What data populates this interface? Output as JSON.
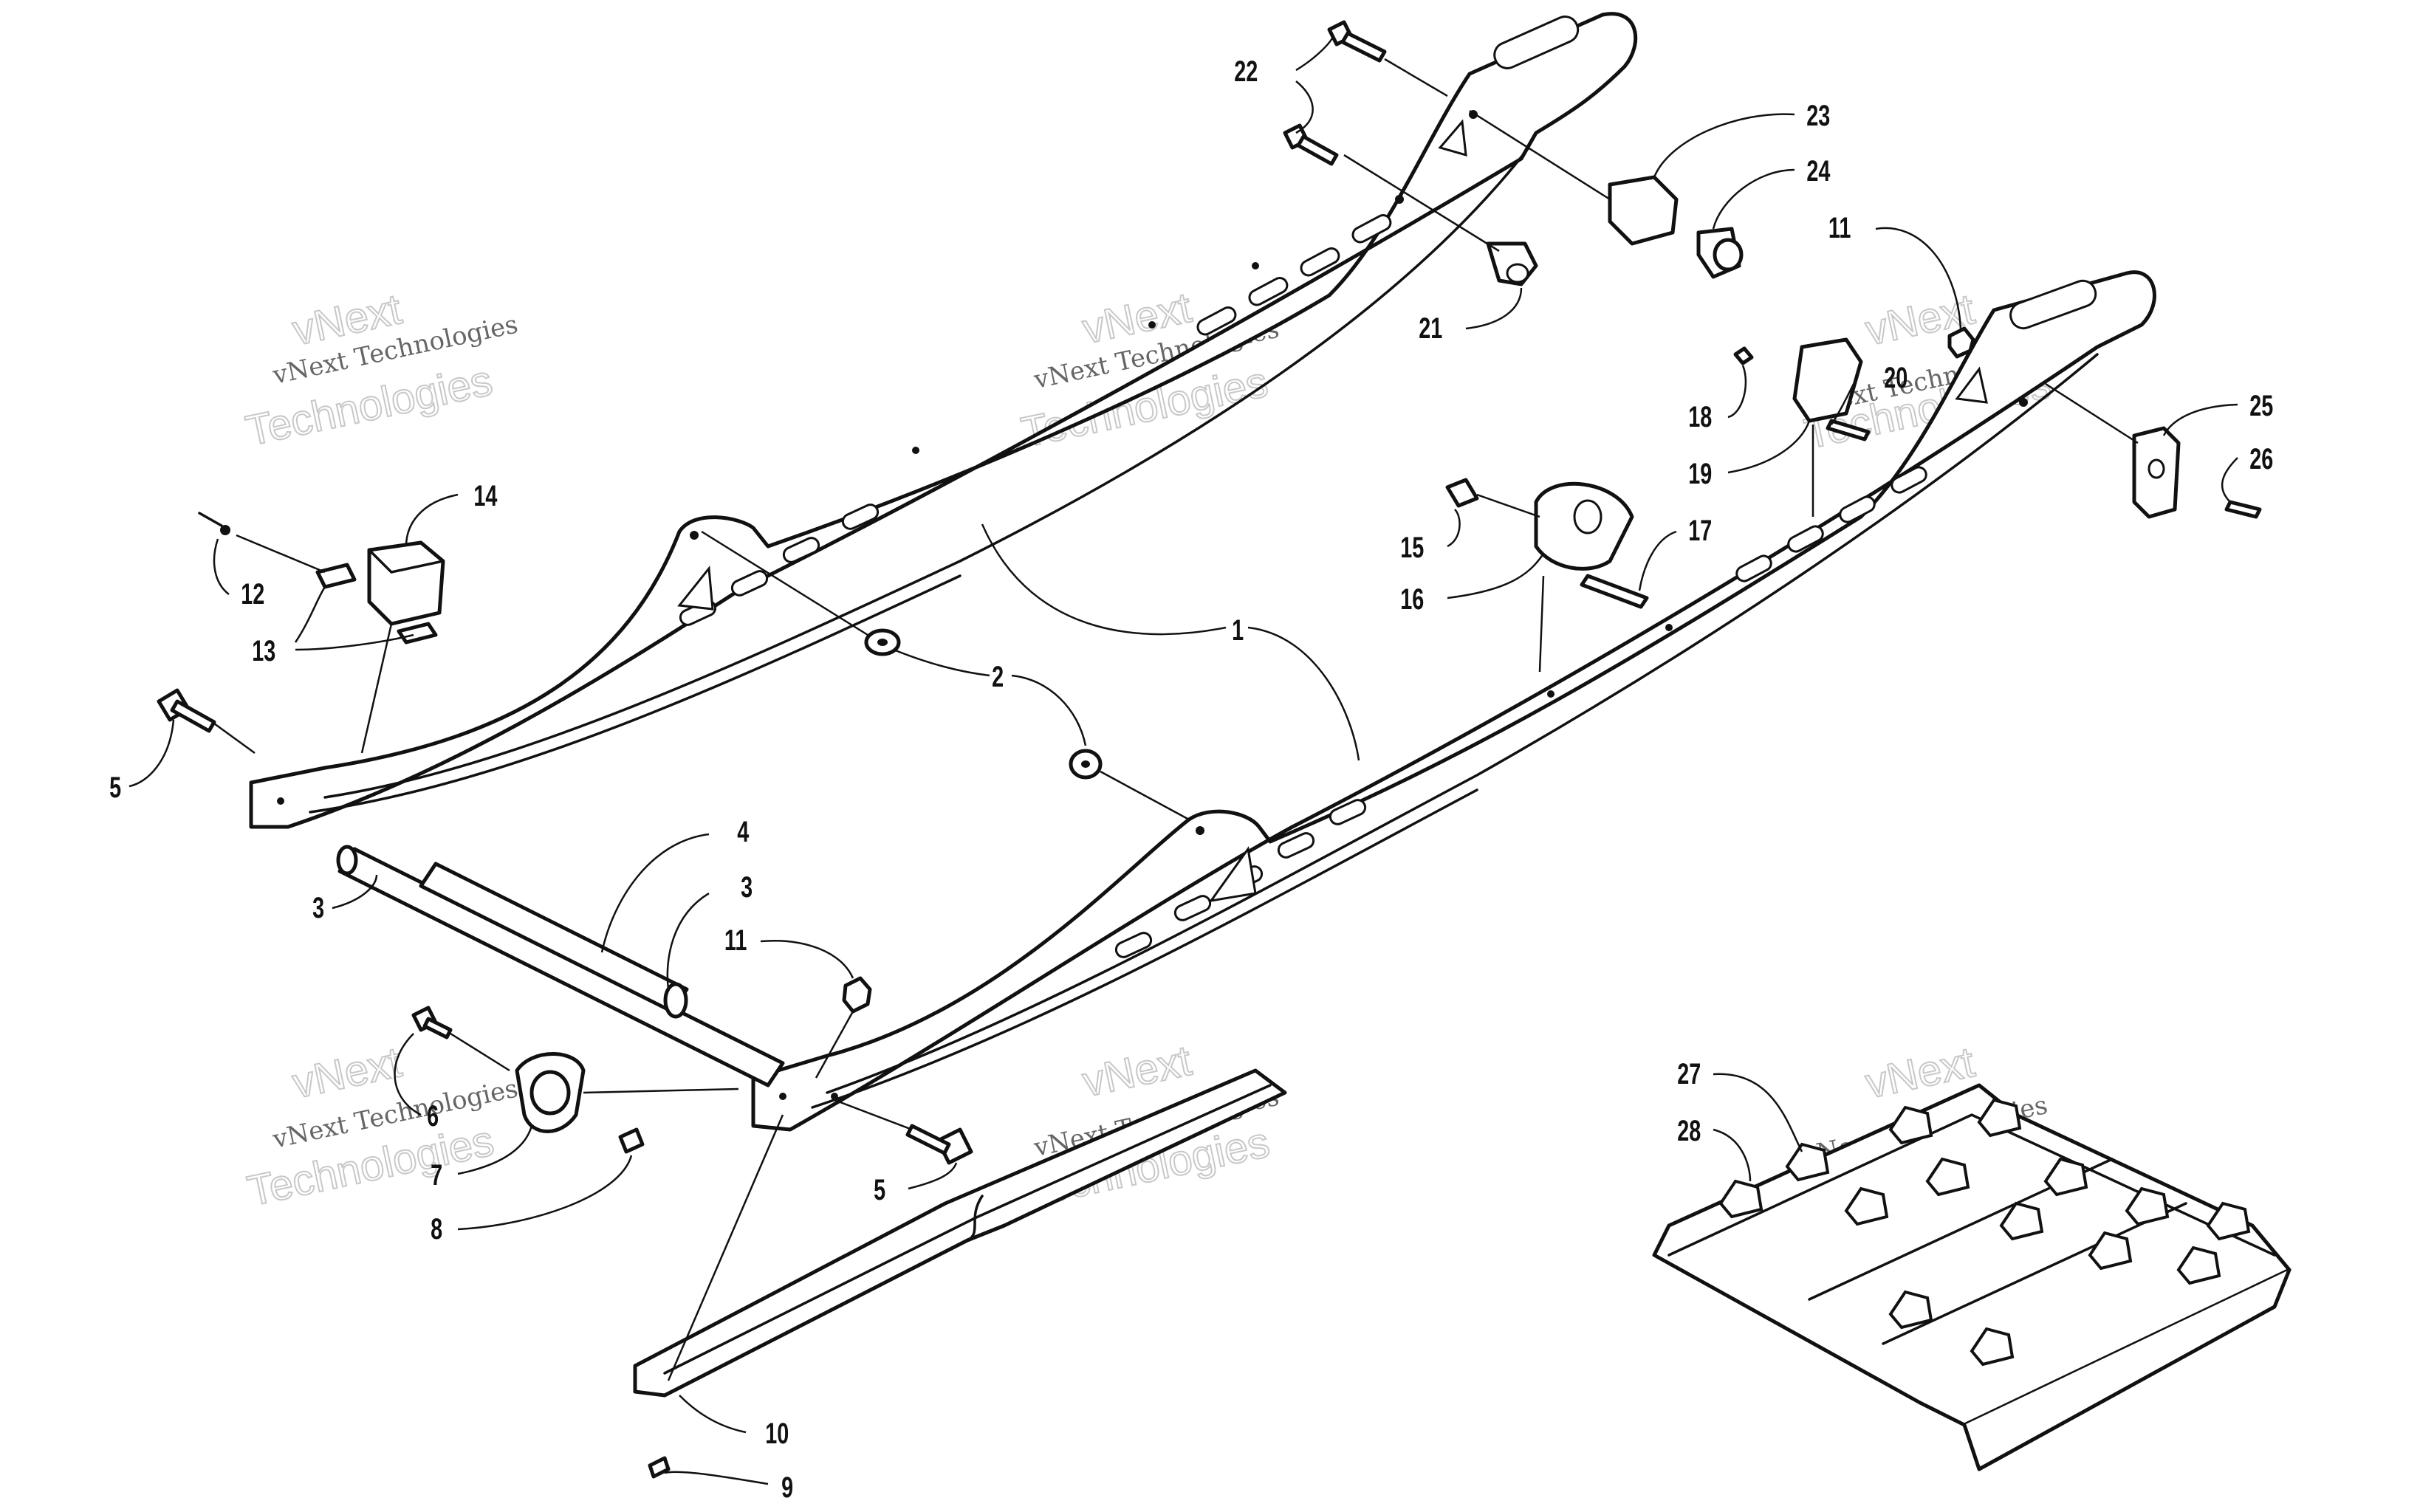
{
  "callouts": {
    "c1": "1",
    "c2": "2",
    "c3a": "3",
    "c3b": "3",
    "c4": "4",
    "c5a": "5",
    "c5b": "5",
    "c6": "6",
    "c7": "7",
    "c8": "8",
    "c9": "9",
    "c10": "10",
    "c11a": "11",
    "c11b": "11",
    "c12": "12",
    "c13": "13",
    "c14": "14",
    "c15": "15",
    "c16": "16",
    "c17": "17",
    "c18": "18",
    "c19": "19",
    "c20": "20",
    "c21": "21",
    "c22": "22",
    "c23": "23",
    "c24": "24",
    "c25": "25",
    "c26": "26",
    "c27": "27",
    "c28": "28"
  },
  "watermarks": {
    "small": "vNext Technologies",
    "brand": "vNext",
    "big": "Technologies"
  },
  "colors": {
    "line": "#111111",
    "watermark": "#666666",
    "watermark_outline": "#c8c8c8",
    "background": "#ffffff"
  }
}
